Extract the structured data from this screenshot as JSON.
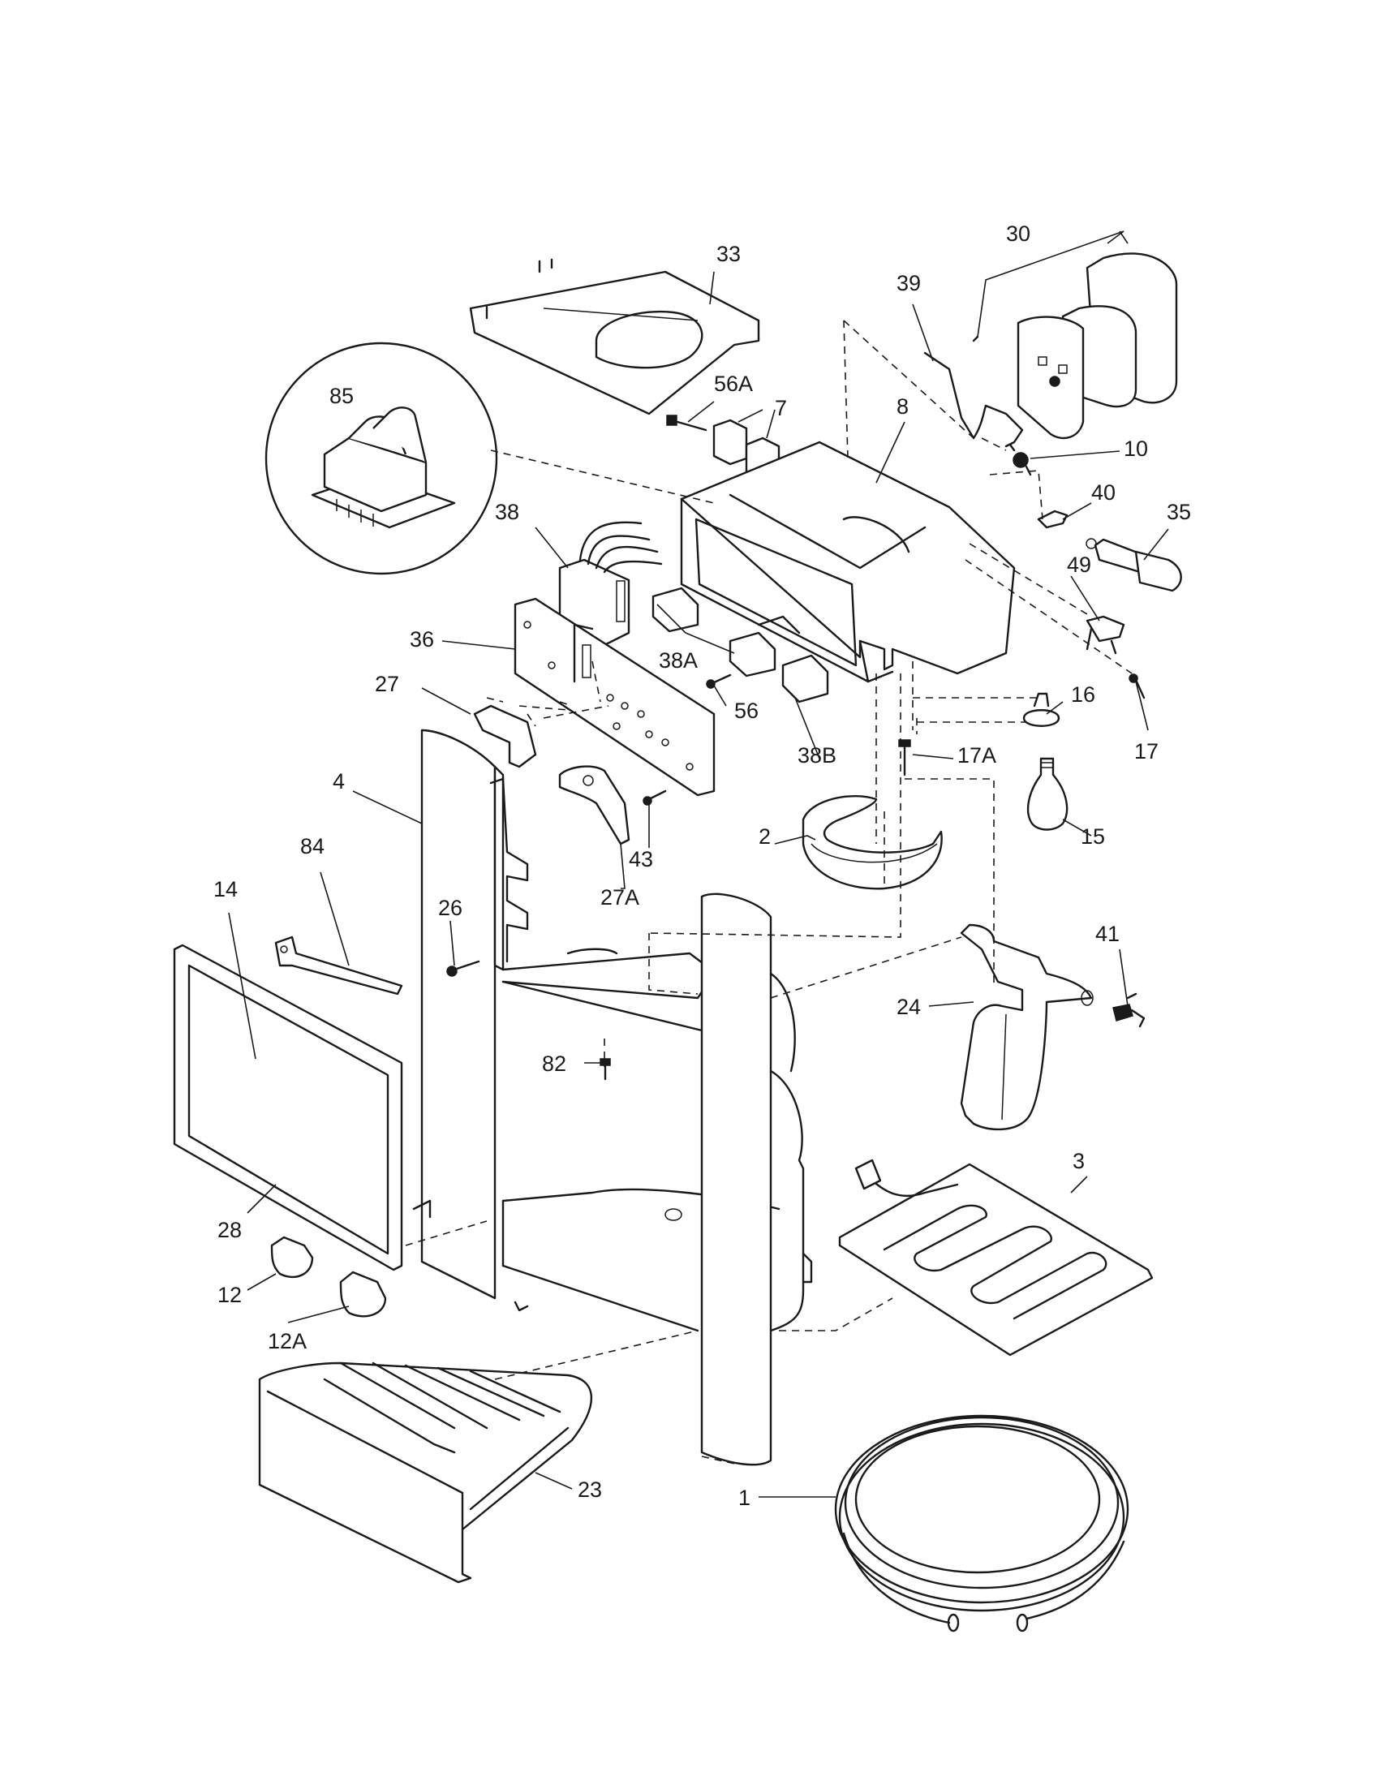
{
  "callouts": {
    "c1": "1",
    "c2": "2",
    "c3": "3",
    "c4": "4",
    "c7": "7",
    "c8": "8",
    "c10": "10",
    "c12": "12",
    "c12A": "12A",
    "c14": "14",
    "c15": "15",
    "c16": "16",
    "c17": "17",
    "c17A": "17A",
    "c23": "23",
    "c24": "24",
    "c26": "26",
    "c27": "27",
    "c27A": "27A",
    "c28": "28",
    "c30": "30",
    "c33": "33",
    "c35": "35",
    "c36": "36",
    "c38": "38",
    "c38A": "38A",
    "c38B": "38B",
    "c39": "39",
    "c40": "40",
    "c41": "41",
    "c43": "43",
    "c49": "49",
    "c56": "56",
    "c56A": "56A",
    "c82": "82",
    "c84": "84",
    "c85": "85"
  }
}
